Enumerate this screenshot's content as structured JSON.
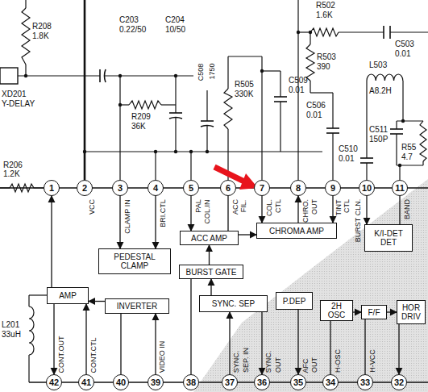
{
  "diagram": {
    "nodes": [
      {
        "text": [
          "1"
        ]
      },
      {
        "text": [
          "2"
        ]
      },
      {
        "text": [
          "3"
        ]
      },
      {
        "text": [
          "4"
        ]
      },
      {
        "text": [
          "5"
        ]
      },
      {
        "text": [
          "6"
        ]
      },
      {
        "text": [
          "7"
        ]
      },
      {
        "text": [
          "8"
        ]
      },
      {
        "text": [
          "9"
        ]
      },
      {
        "text": [
          "10"
        ]
      },
      {
        "text": [
          "11"
        ]
      },
      {
        "text": [
          "42"
        ]
      },
      {
        "text": [
          "41"
        ]
      },
      {
        "text": [
          "40"
        ]
      },
      {
        "text": [
          "39"
        ]
      },
      {
        "text": [
          "38"
        ]
      },
      {
        "text": [
          "37"
        ]
      },
      {
        "text": [
          "36"
        ]
      },
      {
        "text": [
          "35"
        ]
      },
      {
        "text": [
          "34"
        ]
      },
      {
        "text": [
          "33"
        ]
      },
      {
        "text": [
          "32"
        ]
      },
      {
        "text": [
          "ACC AMP"
        ]
      },
      {
        "text": [
          "PEDESTAL CLAMP"
        ]
      },
      {
        "text": [
          "CHROMA AMP"
        ]
      },
      {
        "text": [
          "K/I-DET DET"
        ]
      },
      {
        "text": [
          "BURST GATE"
        ]
      },
      {
        "text": [
          "AMP"
        ]
      },
      {
        "text": [
          "INVERTER"
        ]
      },
      {
        "text": [
          "SYNC. SEP"
        ]
      },
      {
        "text": [
          "P.DEP"
        ]
      },
      {
        "text": [
          "2H OSC"
        ]
      },
      {
        "text": [
          "F/F"
        ]
      },
      {
        "text": [
          "HOR DRIV"
        ]
      }
    ],
    "edges": [
      {
        "from": 2,
        "to": 23,
        "arrow": "to"
      },
      {
        "from": 3,
        "to": 23,
        "arrow": "to"
      },
      {
        "from": 4,
        "to": 22,
        "arrow": "to"
      },
      {
        "from": 5,
        "to": 22,
        "arrow": "none"
      },
      {
        "from": 22,
        "to": 24,
        "arrow": "to"
      },
      {
        "from": 6,
        "to": 24,
        "arrow": "to"
      },
      {
        "from": 24,
        "to": 7,
        "arrow": "to"
      },
      {
        "from": 8,
        "to": 24,
        "arrow": "to"
      },
      {
        "from": 9,
        "to": 25,
        "arrow": "to"
      },
      {
        "from": 10,
        "to": 25,
        "arrow": "none"
      },
      {
        "from": 26,
        "to": 22,
        "arrow": "to"
      },
      {
        "from": 29,
        "to": 26,
        "arrow": "to"
      },
      {
        "from": 27,
        "to": 0,
        "arrow": "to"
      },
      {
        "from": 27,
        "to": 11,
        "arrow": "to"
      },
      {
        "from": 12,
        "to": 27,
        "arrow": "to"
      },
      {
        "from": 28,
        "to": 27,
        "arrow": "to"
      },
      {
        "from": 14,
        "to": 28,
        "arrow": "to"
      },
      {
        "from": 13,
        "to": 28,
        "arrow": "none"
      },
      {
        "from": 15,
        "to": 26,
        "arrow": "none"
      },
      {
        "from": 16,
        "to": 29,
        "arrow": "to"
      },
      {
        "from": 29,
        "to": 17,
        "arrow": "to"
      },
      {
        "from": 30,
        "to": 18,
        "arrow": "to"
      },
      {
        "from": 19,
        "to": 31,
        "arrow": "none"
      },
      {
        "from": 31,
        "to": 32,
        "arrow": "to"
      },
      {
        "from": 32,
        "to": 33,
        "arrow": "to"
      },
      {
        "from": 20,
        "to": 32,
        "arrow": "none"
      },
      {
        "from": 33,
        "to": 21,
        "arrow": "to"
      }
    ],
    "labels": [
      "R208",
      "1.8K",
      "XD201",
      "Y-DELAY",
      "C203",
      "0.22/50",
      "R209",
      "36K",
      "C204",
      "10/50",
      "C508",
      "1750",
      "R505",
      "330K",
      "C509",
      "0.01",
      "R502",
      "1.6K",
      "C503",
      "0.01",
      "R503",
      "390",
      "L503",
      "A8.2H",
      "C506",
      "0.01",
      "C510",
      "0.01",
      "C511",
      "150P",
      "R55",
      "4.7",
      "R206",
      "1.2K",
      "L201",
      "33uH",
      "VCC",
      "CLAMP IN",
      "BRI.CTL",
      "PAL",
      "COL.IN",
      "ACC",
      "FIL.",
      "COL.",
      "CTL",
      "CHRO.",
      "OUT",
      "TINT",
      "CTL",
      "BURST CLN.",
      "BAND",
      "CONT.OUT",
      "CONT.CTL",
      "VIDEO IN",
      "SYNC.",
      "SEP. IN",
      "SYNC.",
      "OUT",
      "AFC",
      "OUT",
      "H-OSC",
      "H-VCC"
    ]
  }
}
